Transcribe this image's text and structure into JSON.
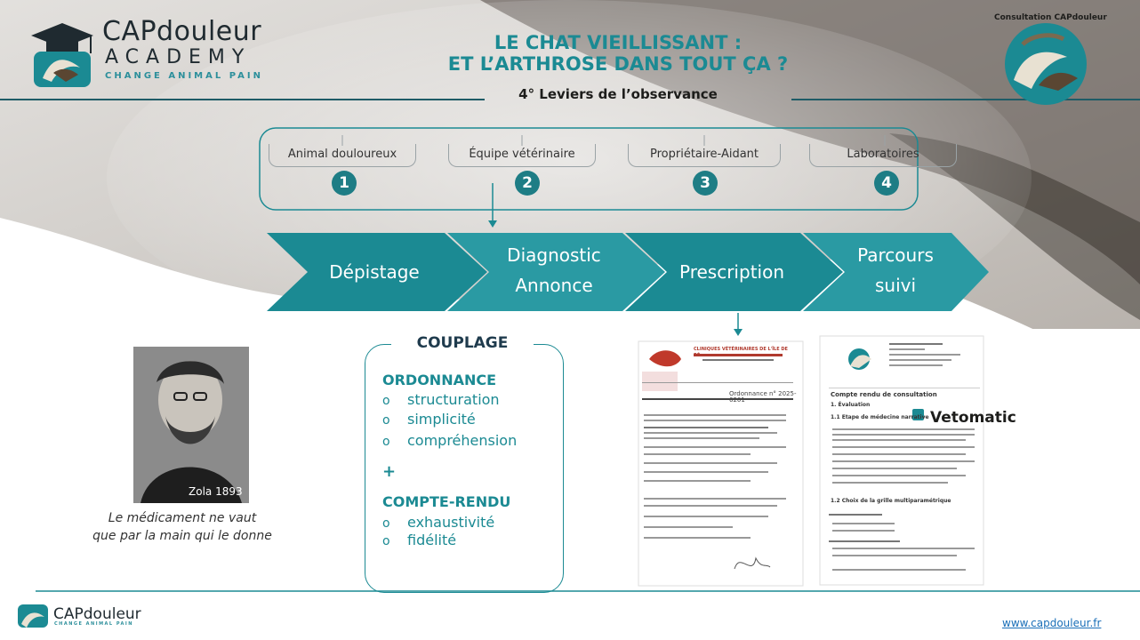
{
  "header": {
    "logo_line1": "CAPdouleur",
    "logo_line2": "ACADEMY",
    "logo_line3": "CHANGE ANIMAL PAIN",
    "title_line1": "LE CHAT VIEILLISSANT :",
    "title_line2": "ET L’ARTHROSE DANS TOUT ÇA ?",
    "subtitle": "4° Leviers de l’observance",
    "consultation_label": "Consultation CAPdouleur"
  },
  "levers": [
    {
      "label": "Animal douloureux",
      "number": "1"
    },
    {
      "label": "Équipe vétérinaire",
      "number": "2"
    },
    {
      "label": "Propriétaire-Aidant",
      "number": "3"
    },
    {
      "label": "Laboratoires",
      "number": "4"
    }
  ],
  "process": {
    "steps": [
      {
        "line1": "Dépistage",
        "line2": ""
      },
      {
        "line1": "Diagnostic",
        "line2": "Annonce"
      },
      {
        "line1": "Prescription",
        "line2": ""
      },
      {
        "line1": "Parcours",
        "line2": "suivi"
      }
    ]
  },
  "portrait": {
    "caption": "Zola 1893"
  },
  "quote": {
    "line1": "Le médicament ne vaut",
    "line2": "que par la main qui le donne"
  },
  "couplage": {
    "title": "COUPLAGE",
    "ordonnance_title": "ORDONNANCE",
    "ordonnance_items": [
      "structuration",
      "simplicité",
      "compréhension"
    ],
    "plus": "+",
    "compte_rendu_title": "COMPTE-RENDU",
    "compte_rendu_items": [
      "exhaustivité",
      "fidélité"
    ],
    "bullet": "o"
  },
  "documents": {
    "ordonnance_header": "CLINIQUES VÉTÉRINAIRES DE L'ÎLE DE RÉ",
    "ordonnance_number": "Ordonnance n° 2025-6201",
    "report_title": "Compte rendu de consultation",
    "report_section1": "1. Évaluation",
    "report_section11": "1.1 Etape de médecine narrative",
    "report_section12": "1.2 Choix de la grille multiparamétrique",
    "vetomatic": "Vetomatic"
  },
  "footer": {
    "brand": "CAPdouleur",
    "tagline": "CHANGE ANIMAL PAIN",
    "url": "www.capdouleur.fr"
  },
  "colors": {
    "teal": "#1b8a93",
    "dark_teal": "#1e7d85",
    "arrow": "#2a9aa3"
  }
}
